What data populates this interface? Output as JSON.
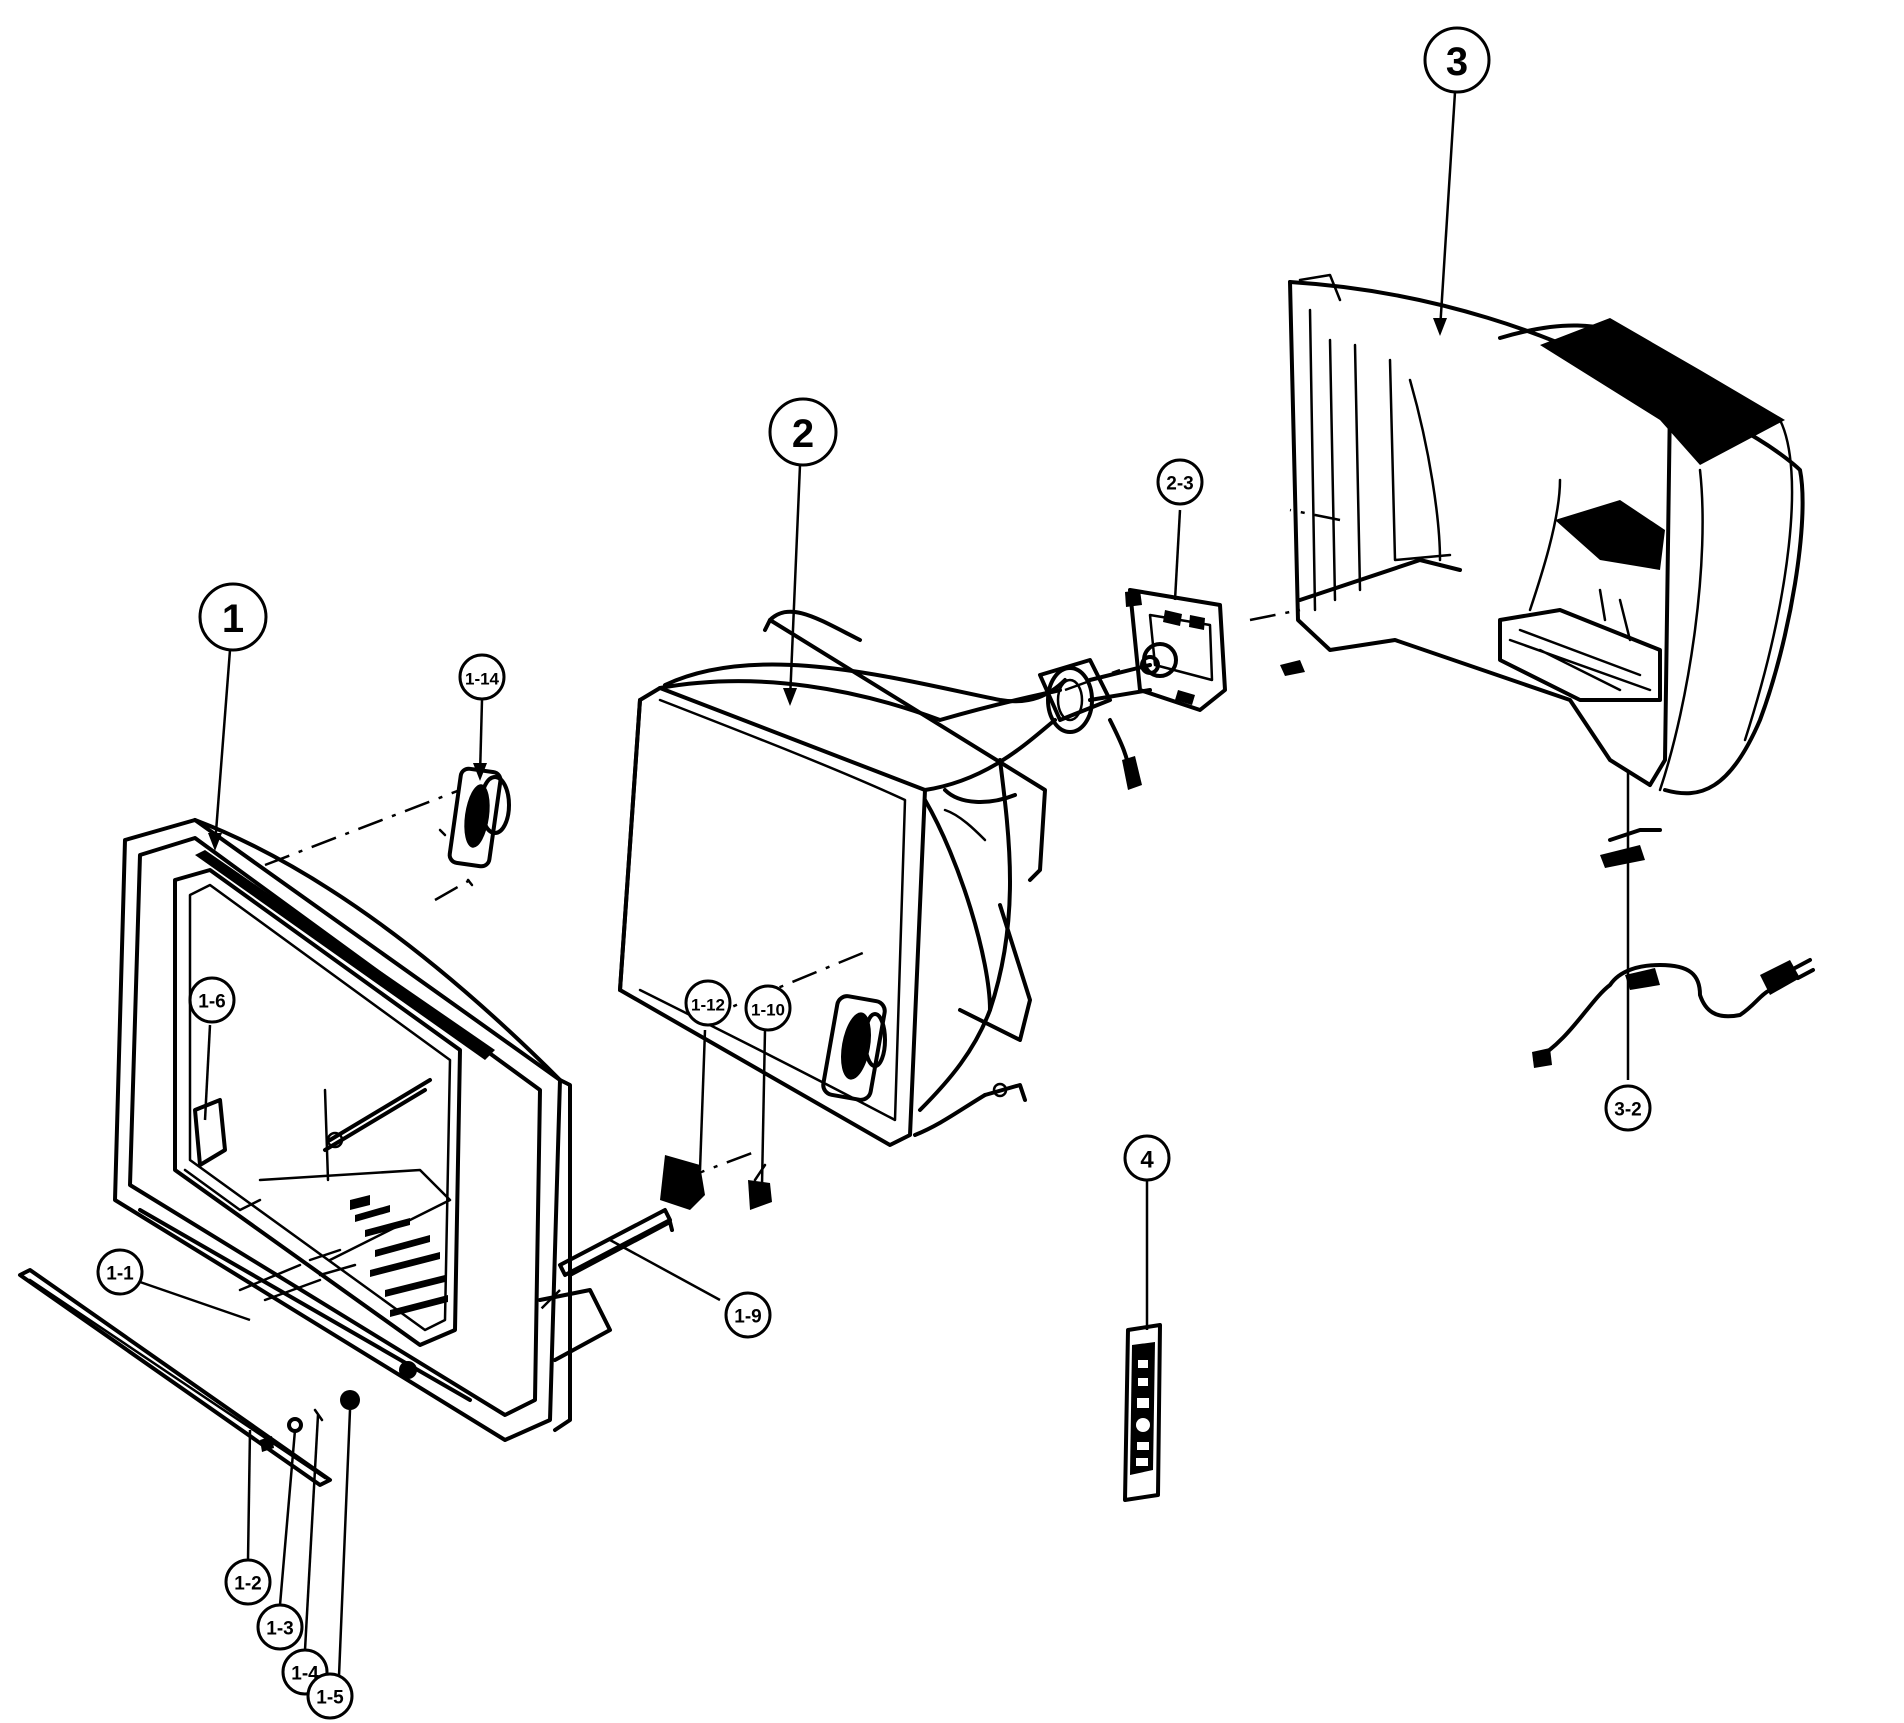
{
  "callouts": [
    {
      "id": "c1",
      "label": "1"
    },
    {
      "id": "c2",
      "label": "2"
    },
    {
      "id": "c3",
      "label": "3"
    },
    {
      "id": "c4",
      "label": "4"
    },
    {
      "id": "c1-1",
      "label": "1-1"
    },
    {
      "id": "c1-2",
      "label": "1-2"
    },
    {
      "id": "c1-3",
      "label": "1-3"
    },
    {
      "id": "c1-4",
      "label": "1-4"
    },
    {
      "id": "c1-5",
      "label": "1-5"
    },
    {
      "id": "c1-6",
      "label": "1-6"
    },
    {
      "id": "c1-9",
      "label": "1-9"
    },
    {
      "id": "c1-10",
      "label": "1-10"
    },
    {
      "id": "c1-12",
      "label": "1-12"
    },
    {
      "id": "c1-14",
      "label": "1-14"
    },
    {
      "id": "c2-3",
      "label": "2-3"
    },
    {
      "id": "c3-2",
      "label": "3-2"
    }
  ]
}
